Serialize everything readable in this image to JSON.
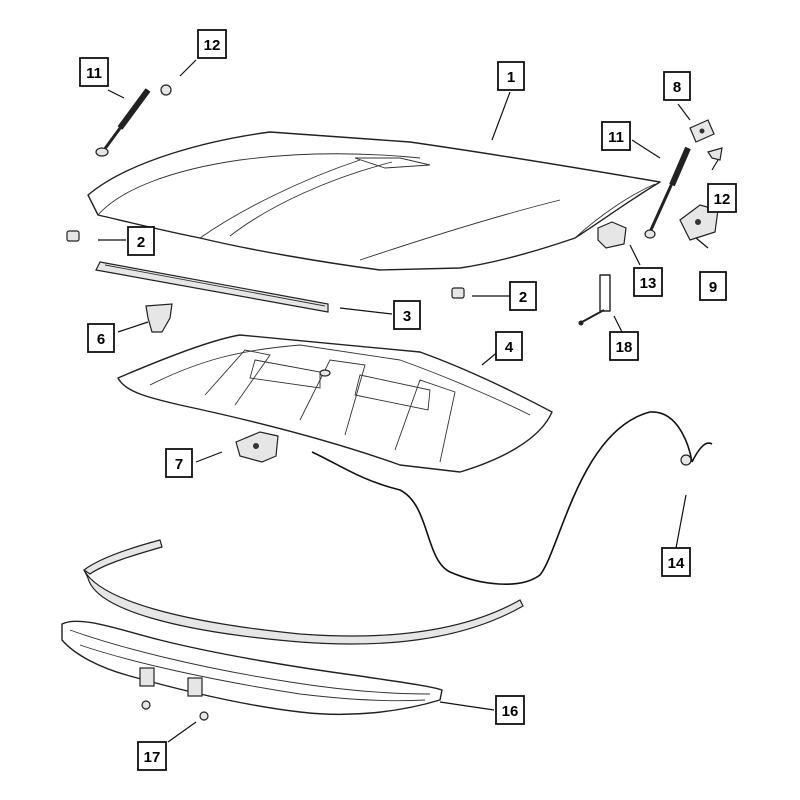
{
  "diagram": {
    "callouts": [
      {
        "id": "callout-1",
        "label": "1"
      },
      {
        "id": "callout-2-left",
        "label": "2"
      },
      {
        "id": "callout-2-right",
        "label": "2"
      },
      {
        "id": "callout-3",
        "label": "3"
      },
      {
        "id": "callout-4",
        "label": "4"
      },
      {
        "id": "callout-6",
        "label": "6"
      },
      {
        "id": "callout-7",
        "label": "7"
      },
      {
        "id": "callout-8",
        "label": "8"
      },
      {
        "id": "callout-9",
        "label": "9"
      },
      {
        "id": "callout-11-left",
        "label": "11"
      },
      {
        "id": "callout-11-right",
        "label": "11"
      },
      {
        "id": "callout-12-left",
        "label": "12"
      },
      {
        "id": "callout-12-right",
        "label": "12"
      },
      {
        "id": "callout-13",
        "label": "13"
      },
      {
        "id": "callout-14",
        "label": "14"
      },
      {
        "id": "callout-16",
        "label": "16"
      },
      {
        "id": "callout-17",
        "label": "17"
      },
      {
        "id": "callout-18",
        "label": "18"
      }
    ]
  }
}
